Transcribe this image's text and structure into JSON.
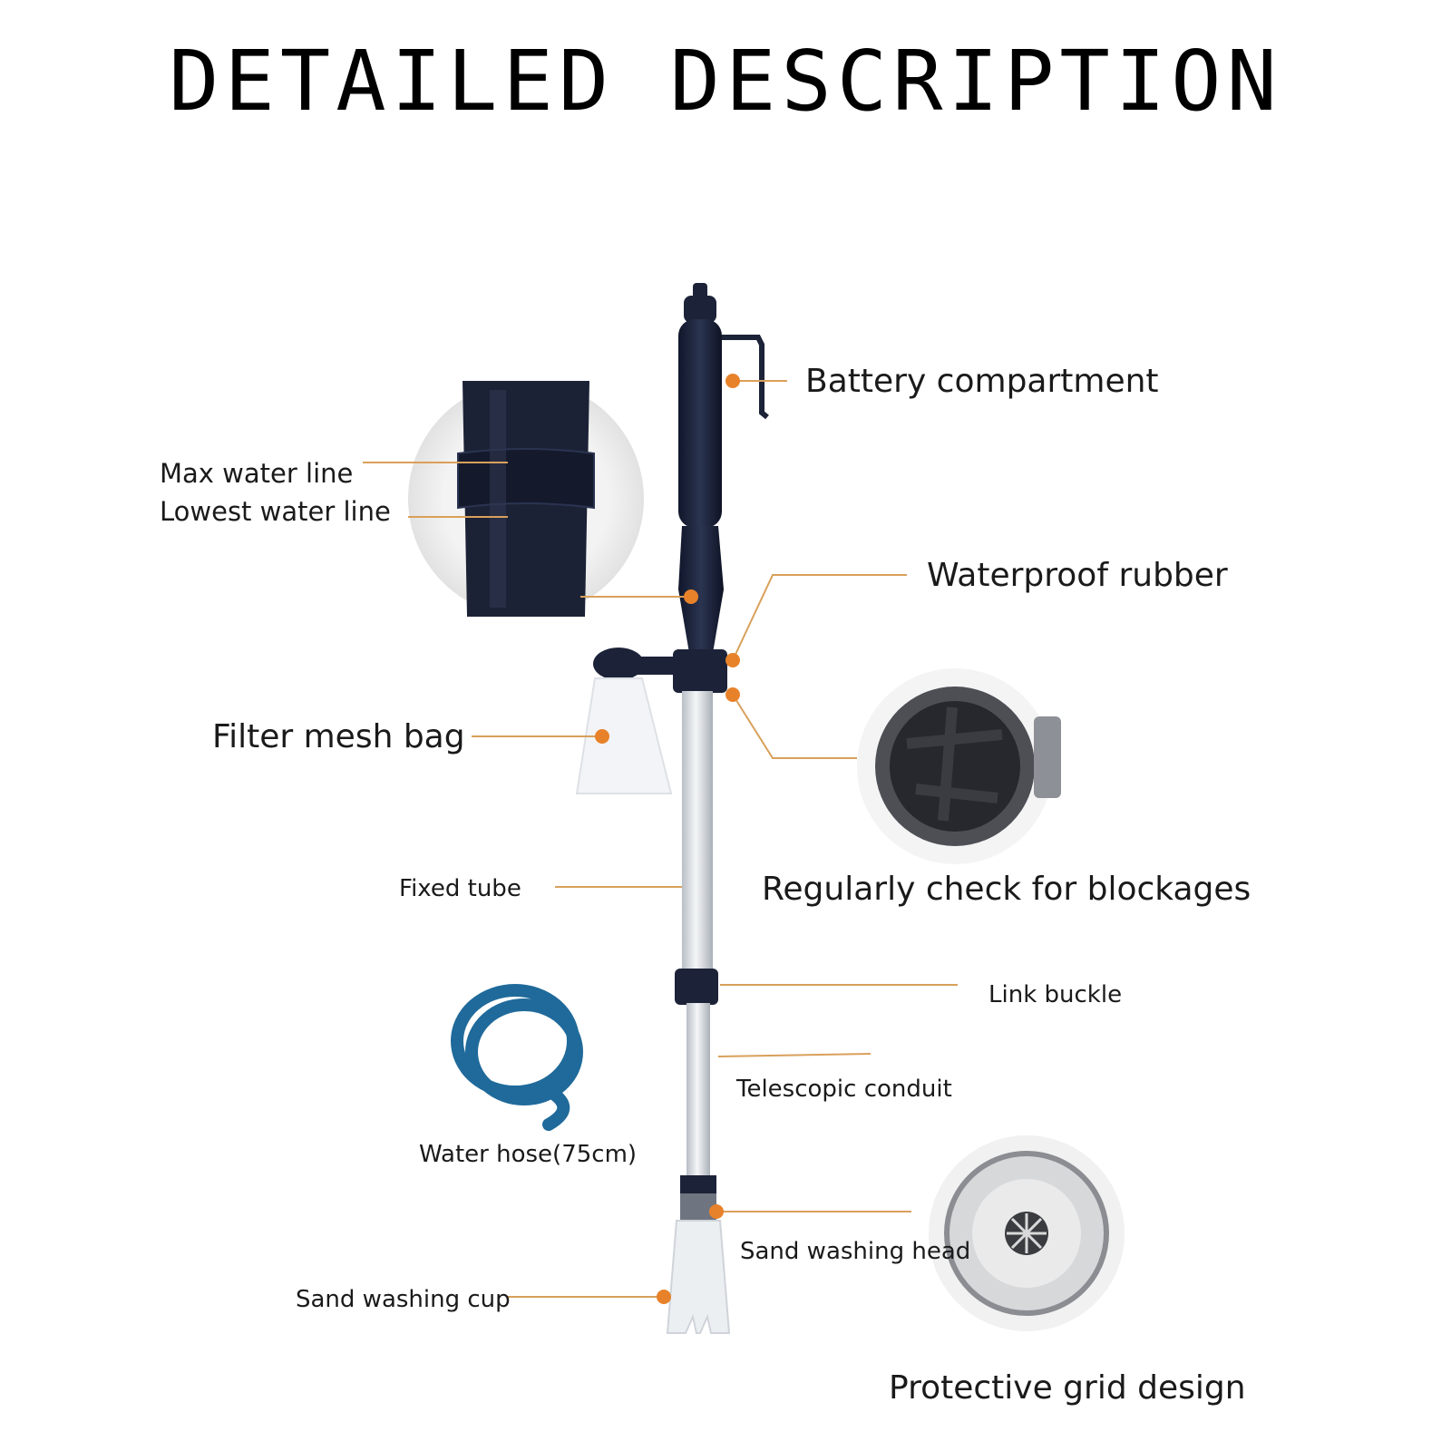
{
  "title": "DETAILED DESCRIPTION",
  "labels": {
    "battery": "Battery compartment",
    "max_water": "Max water  line",
    "lowest_water": "Lowest water  line",
    "waterproof": "Waterproof rubber",
    "filter_bag": "Filter mesh bag",
    "blockages": "Regularly check for blockages",
    "fixed_tube": "Fixed tube",
    "link_buckle": "Link buckle",
    "telescopic": "Telescopic conduit",
    "water_hose": "Water hose(75cm)",
    "sand_head": "Sand washing head",
    "sand_cup": "Sand washing cup",
    "grid_design": "Protective grid design"
  },
  "colors": {
    "accent": "#e8822a",
    "leader": "#d9a05b",
    "device": "#1c2338",
    "hose": "#1f6a9a",
    "tube": "#d9dde2"
  }
}
